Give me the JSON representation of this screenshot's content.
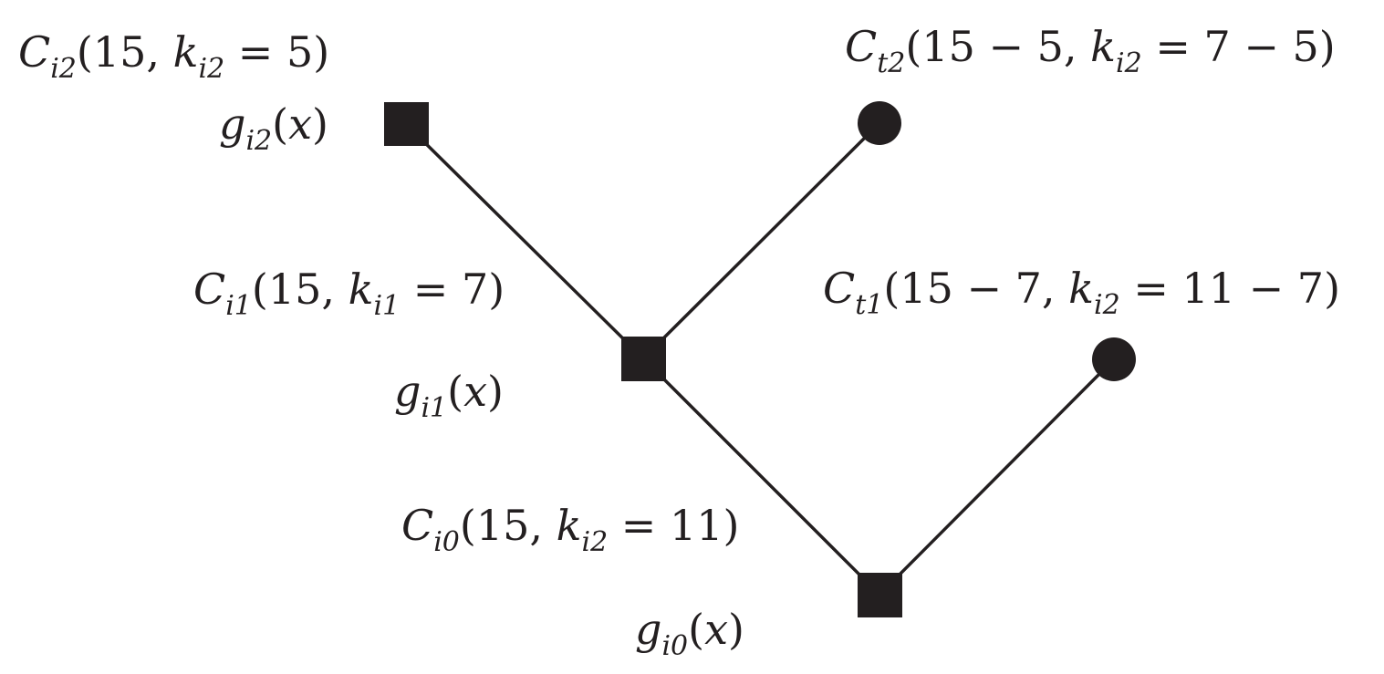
{
  "code_labels": {
    "ci2": {
      "symbol": "C",
      "sub": "i2",
      "args": [
        {
          "t": "n",
          "v": "(15, "
        },
        {
          "t": "v",
          "v": "k"
        },
        {
          "t": "s",
          "v": "i2"
        },
        {
          "t": "n",
          "v": " = 5)"
        }
      ]
    },
    "ct2": {
      "symbol": "C",
      "sub": "t2",
      "args": [
        {
          "t": "n",
          "v": "(15 − 5, "
        },
        {
          "t": "v",
          "v": "k"
        },
        {
          "t": "s",
          "v": "i2"
        },
        {
          "t": "n",
          "v": " = 7 − 5)"
        }
      ]
    },
    "ci1": {
      "symbol": "C",
      "sub": "i1",
      "args": [
        {
          "t": "n",
          "v": "(15, "
        },
        {
          "t": "v",
          "v": "k"
        },
        {
          "t": "s",
          "v": "i1"
        },
        {
          "t": "n",
          "v": " = 7)"
        }
      ]
    },
    "ct1": {
      "symbol": "C",
      "sub": "t1",
      "args": [
        {
          "t": "n",
          "v": "(15 − 7, "
        },
        {
          "t": "v",
          "v": "k"
        },
        {
          "t": "s",
          "v": "i2"
        },
        {
          "t": "n",
          "v": " = 11 − 7)"
        }
      ]
    },
    "ci0": {
      "symbol": "C",
      "sub": "i0",
      "args": [
        {
          "t": "n",
          "v": "(15, "
        },
        {
          "t": "v",
          "v": "k"
        },
        {
          "t": "s",
          "v": "i2"
        },
        {
          "t": "n",
          "v": " = 11)"
        }
      ]
    }
  },
  "poly_labels": {
    "gi2": {
      "fn": "g",
      "sub": "i2",
      "var": "x"
    },
    "gi1": {
      "fn": "g",
      "sub": "i1",
      "var": "x"
    },
    "gi0": {
      "fn": "g",
      "sub": "i0",
      "var": "x"
    }
  }
}
